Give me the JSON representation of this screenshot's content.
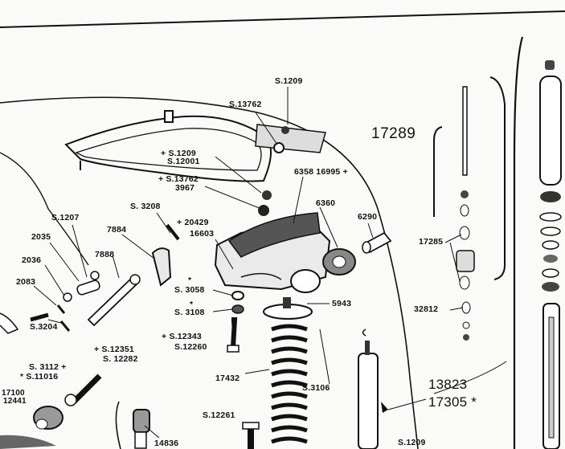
{
  "labels": {
    "s1209_top": "S.1209",
    "s13762_top": "S.13762",
    "n17289": "17289",
    "s1209_mid": "+ S.1209",
    "s12001": "S.12001",
    "s13762_mid": "+ S.13762",
    "n3967": "3967",
    "n6358": "6358 16995 +",
    "n6360": "6360",
    "n6290": "6290",
    "s3208": "S. 3208",
    "n20429": "+ 20429",
    "n16603": "16603",
    "s1207": "S.1207",
    "n7884": "7884",
    "n2035": "2035",
    "n7888": "7888",
    "n2036": "2036",
    "n2083": "2083",
    "s3058_star": "*",
    "s3058": "S. 3058",
    "s3108_star": "*",
    "s3108": "S. 3108",
    "n5943": "5943",
    "s3204": "S.3204",
    "s12343": "+ S.12343",
    "s12260": "S.12260",
    "s12351": "+ S.12351",
    "s12282": "S. 12282",
    "s3112": "S. 3112 +",
    "s11016": "* S.11016",
    "n17100": "17100",
    "n12441": "12441",
    "n17432": "17432",
    "s3106": "S.3106",
    "n13823": "13823",
    "n17305": "17305 *",
    "s12261": "S.12261",
    "n14836": "14836",
    "s1209_bot": "S.1209",
    "n17285": "17285",
    "n32812": "32812"
  }
}
